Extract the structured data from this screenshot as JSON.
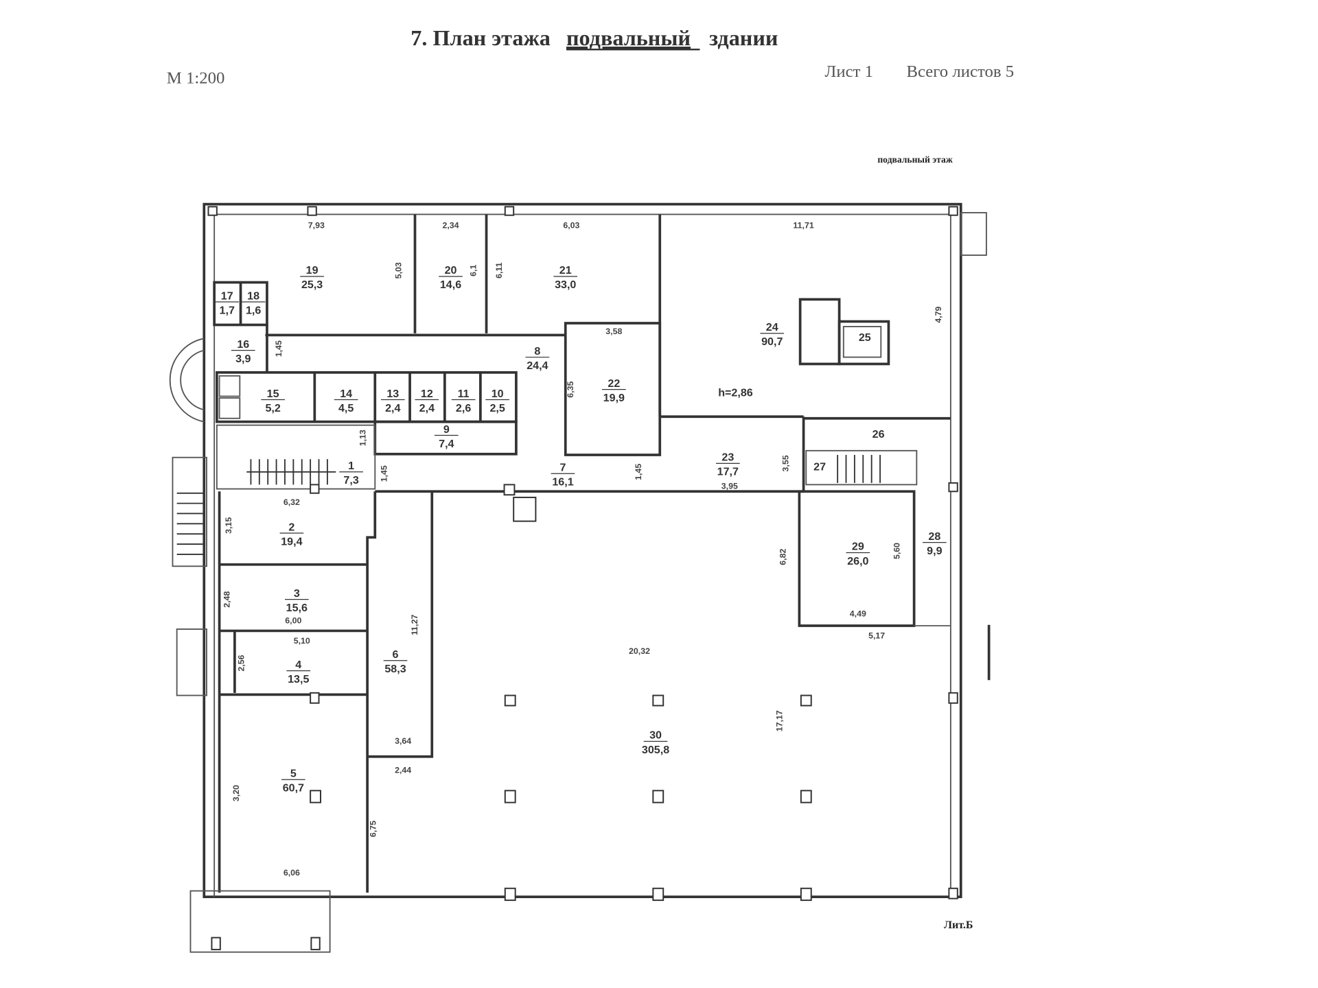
{
  "header": {
    "title_prefix": "7. План этажа",
    "title_underlined": "подвальный",
    "title_suffix": "здании",
    "scale": "М 1:200",
    "sheet": "Лист 1",
    "total_sheets": "Всего листов 5",
    "floor_label": "подвальный этаж",
    "sheet_code": "Лит.Б"
  },
  "height_label": "h=2,86",
  "rooms": [
    {
      "number": "19",
      "area": "25,3"
    },
    {
      "number": "20",
      "area": "14,6"
    },
    {
      "number": "21",
      "area": "33,0"
    },
    {
      "number": "17",
      "area": "1,7"
    },
    {
      "number": "18",
      "area": "1,6"
    },
    {
      "number": "16",
      "area": "3,9"
    },
    {
      "number": "8",
      "area": "24,4"
    },
    {
      "number": "22",
      "area": "19,9"
    },
    {
      "number": "24",
      "area": "90,7"
    },
    {
      "number": "25",
      "area": ""
    },
    {
      "number": "15",
      "area": "5,2"
    },
    {
      "number": "14",
      "area": "4,5"
    },
    {
      "number": "13",
      "area": "2,4"
    },
    {
      "number": "12",
      "area": "2,4"
    },
    {
      "number": "11",
      "area": "2,6"
    },
    {
      "number": "10",
      "area": "2,5"
    },
    {
      "number": "9",
      "area": "7,4"
    },
    {
      "number": "1",
      "area": "7,3"
    },
    {
      "number": "7",
      "area": "16,1"
    },
    {
      "number": "23",
      "area": "17,7"
    },
    {
      "number": "26",
      "area": ""
    },
    {
      "number": "27",
      "area": ""
    },
    {
      "number": "2",
      "area": "19,4"
    },
    {
      "number": "29",
      "area": "26,0"
    },
    {
      "number": "28",
      "area": "9,9"
    },
    {
      "number": "3",
      "area": "15,6"
    },
    {
      "number": "4",
      "area": "13,5"
    },
    {
      "number": "6",
      "area": "58,3"
    },
    {
      "number": "30",
      "area": "305,8"
    },
    {
      "number": "5",
      "area": "60,7"
    }
  ],
  "dimensions": [
    "7,93",
    "2,34",
    "6,03",
    "11,71",
    "5,03",
    "6,1",
    "6,11",
    "1,45",
    "3,58",
    "4,79",
    "1,13",
    "1,45",
    "6,35",
    "1,45",
    "3,55",
    "3,95",
    "6,32",
    "3,15",
    "2,48",
    "6,00",
    "5,10",
    "2,56",
    "11,27",
    "3,64",
    "2,44",
    "3,20",
    "6,06",
    "6,75",
    "6,82",
    "5,60",
    "4,49",
    "5,17",
    "20,32",
    "17,17"
  ]
}
